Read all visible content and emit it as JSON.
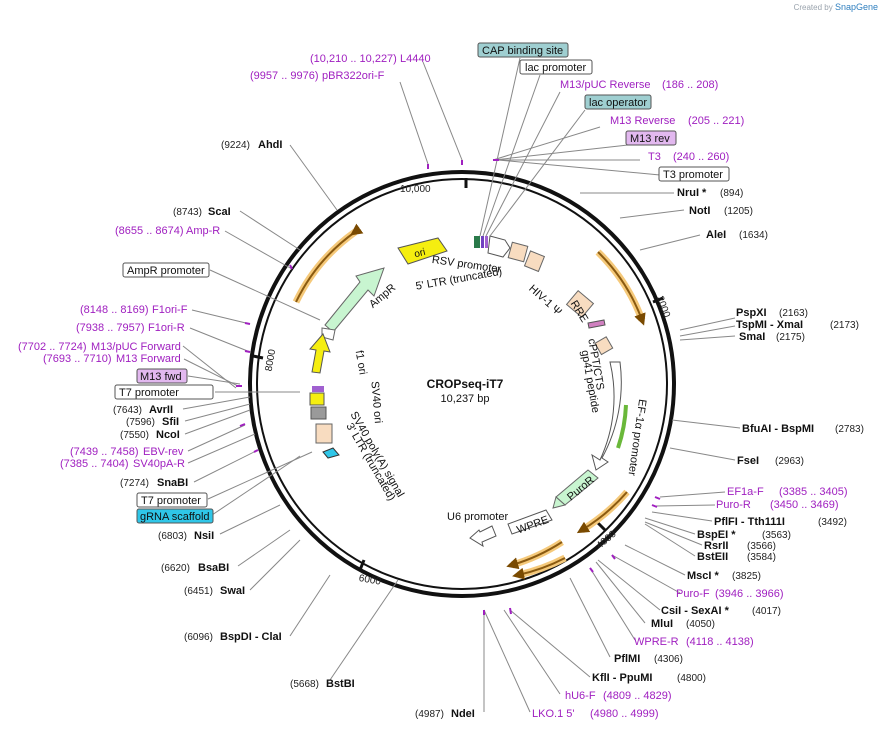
{
  "credit": {
    "created_by": "Created by",
    "app": "SnapGene"
  },
  "title": "CROPseq-iT7",
  "length": "10,237 bp",
  "ticks": [
    "2000",
    "4000",
    "6000",
    "8000",
    "10,000"
  ],
  "colors": {
    "purple": "#a020c0",
    "orange_arrow": "#f5c97a",
    "highlight_box": "#9fcfd1",
    "cyan_box": "#2fc6e8",
    "m13_box": "#e2b8ef"
  },
  "labels": [
    {
      "id": "l4440",
      "range": "(10,210 .. 10,227)",
      "name": "L4440",
      "color": "purple"
    },
    {
      "id": "pbr322",
      "range": "(9957 .. 9976)",
      "name": "pBR322ori-F",
      "color": "purple"
    },
    {
      "id": "cap",
      "name": "CAP binding site",
      "box": "teal"
    },
    {
      "id": "lacp",
      "name": "lac promoter",
      "box": "white"
    },
    {
      "id": "m13puc",
      "name": "M13/pUC Reverse",
      "range": "(186 .. 208)",
      "color": "purple"
    },
    {
      "id": "lacop",
      "name": "lac operator",
      "box": "teal"
    },
    {
      "id": "m13rev",
      "name": "M13 Reverse",
      "range": "(205 .. 221)",
      "color": "purple"
    },
    {
      "id": "m13revbox",
      "name": "M13 rev",
      "box": "m13"
    },
    {
      "id": "t3",
      "name": "T3",
      "range": "(240 .. 260)",
      "color": "purple"
    },
    {
      "id": "t3p",
      "name": "T3 promoter",
      "box": "white"
    },
    {
      "id": "nrui",
      "name": "NruI *",
      "pos": "(894)"
    },
    {
      "id": "noti",
      "name": "NotI",
      "pos": "(1205)"
    },
    {
      "id": "alei",
      "name": "AleI",
      "pos": "(1634)"
    },
    {
      "id": "pspxi",
      "name": "PspXI",
      "pos": "(2163)"
    },
    {
      "id": "tspmi",
      "name": "TspMI  - XmaI",
      "pos": "(2173)"
    },
    {
      "id": "smai",
      "name": "SmaI",
      "pos": "(2175)"
    },
    {
      "id": "bfuai",
      "name": "BfuAI  - BspMI",
      "pos": "(2783)"
    },
    {
      "id": "fsei",
      "name": "FseI",
      "pos": "(2963)"
    },
    {
      "id": "ef1af",
      "name": "EF1a-F",
      "range": "(3385 .. 3405)",
      "color": "purple"
    },
    {
      "id": "puror",
      "name": "Puro-R",
      "range": "(3450 .. 3469)",
      "color": "purple"
    },
    {
      "id": "pflfi",
      "name": "PflFI  - Tth111I",
      "pos": "(3492)"
    },
    {
      "id": "bspei",
      "name": "BspEI *",
      "pos": "(3563)"
    },
    {
      "id": "rsrii",
      "name": "RsrII",
      "pos": "(3566)"
    },
    {
      "id": "bsteii",
      "name": "BstEII",
      "pos": "(3584)"
    },
    {
      "id": "msci",
      "name": "MscI *",
      "pos": "(3825)"
    },
    {
      "id": "purof",
      "name": "Puro-F",
      "range": "(3946 .. 3966)",
      "color": "purple"
    },
    {
      "id": "csii",
      "name": "CsiI  - SexAI *",
      "pos": "(4017)"
    },
    {
      "id": "mlui",
      "name": "MluI",
      "pos": "(4050)"
    },
    {
      "id": "wprer",
      "name": "WPRE-R",
      "range": "(4118 .. 4138)",
      "color": "purple"
    },
    {
      "id": "pflmi",
      "name": "PflMI",
      "pos": "(4306)"
    },
    {
      "id": "kfli",
      "name": "KflI  - PpuMI",
      "pos": "(4800)"
    },
    {
      "id": "hu6f",
      "name": "hU6-F",
      "range": "(4809 .. 4829)",
      "color": "purple"
    },
    {
      "id": "lko",
      "name": "LKO.1 5'",
      "range": "(4980 .. 4999)",
      "color": "purple"
    },
    {
      "id": "ndei",
      "name": "NdeI",
      "pos": "(4987)"
    },
    {
      "id": "bstbi",
      "name": "BstBI",
      "pos": "(5668)"
    },
    {
      "id": "bspdi",
      "name": "BspDI  - ClaI",
      "pos": "(6096)"
    },
    {
      "id": "swai",
      "name": "SwaI",
      "pos": "(6451)"
    },
    {
      "id": "bsabi",
      "name": "BsaBI",
      "pos": "(6620)"
    },
    {
      "id": "nsii",
      "name": "NsiI",
      "pos": "(6803)"
    },
    {
      "id": "grna",
      "name": "gRNA scaffold",
      "box": "cyan"
    },
    {
      "id": "t7p2",
      "name": "T7 promoter",
      "box": "white"
    },
    {
      "id": "snabi",
      "name": "SnaBI",
      "pos": "(7274)"
    },
    {
      "id": "sv40par",
      "name": "SV40pA-R",
      "range": "(7385 .. 7404)",
      "color": "purple"
    },
    {
      "id": "ebvrev",
      "name": "EBV-rev",
      "range": "(7439 .. 7458)",
      "color": "purple"
    },
    {
      "id": "ncoi",
      "name": "NcoI",
      "pos": "(7550)"
    },
    {
      "id": "sfii",
      "name": "SfiI",
      "pos": "(7596)"
    },
    {
      "id": "avrii",
      "name": "AvrII",
      "pos": "(7643)"
    },
    {
      "id": "t7p1",
      "name": "T7 promoter",
      "box": "white"
    },
    {
      "id": "m13fwd",
      "name": "M13 fwd",
      "box": "m13"
    },
    {
      "id": "m13f",
      "name": "M13 Forward",
      "range": "(7693 .. 7710)",
      "color": "purple"
    },
    {
      "id": "m13pucf",
      "name": "M13/pUC Forward",
      "range": "(7702 .. 7724)",
      "color": "purple"
    },
    {
      "id": "f1orir",
      "name": "F1ori-R",
      "range": "(7938 .. 7957)",
      "color": "purple"
    },
    {
      "id": "f1orif",
      "name": "F1ori-F",
      "range": "(8148 .. 8169)",
      "color": "purple"
    },
    {
      "id": "amprp",
      "name": "AmpR promoter",
      "box": "white"
    },
    {
      "id": "ampr",
      "name": "Amp-R",
      "range": "(8655 .. 8674)",
      "color": "purple"
    },
    {
      "id": "scai",
      "name": "ScaI",
      "pos": "(8743)"
    },
    {
      "id": "ahdi",
      "name": "AhdI",
      "pos": "(9224)"
    }
  ],
  "features": {
    "ori": "ori",
    "ampr": "AmpR",
    "f1ori": "f1 ori",
    "sv40ori": "SV40 ori",
    "rsv": "RSV promoter",
    "ltr5": "5' LTR (truncated)",
    "hiv": "HIV-1 Ψ",
    "rre": "RRE",
    "cppt": "cPPT/CTS",
    "gp41": "gp41 peptide",
    "ef1a": "EF-1α promoter",
    "puror": "PuroR",
    "wpre": "WPRE",
    "u6": "U6 promoter",
    "sv40pa": "SV40 poly(A) signal",
    "ltr3": "3' LTR (truncated)"
  }
}
